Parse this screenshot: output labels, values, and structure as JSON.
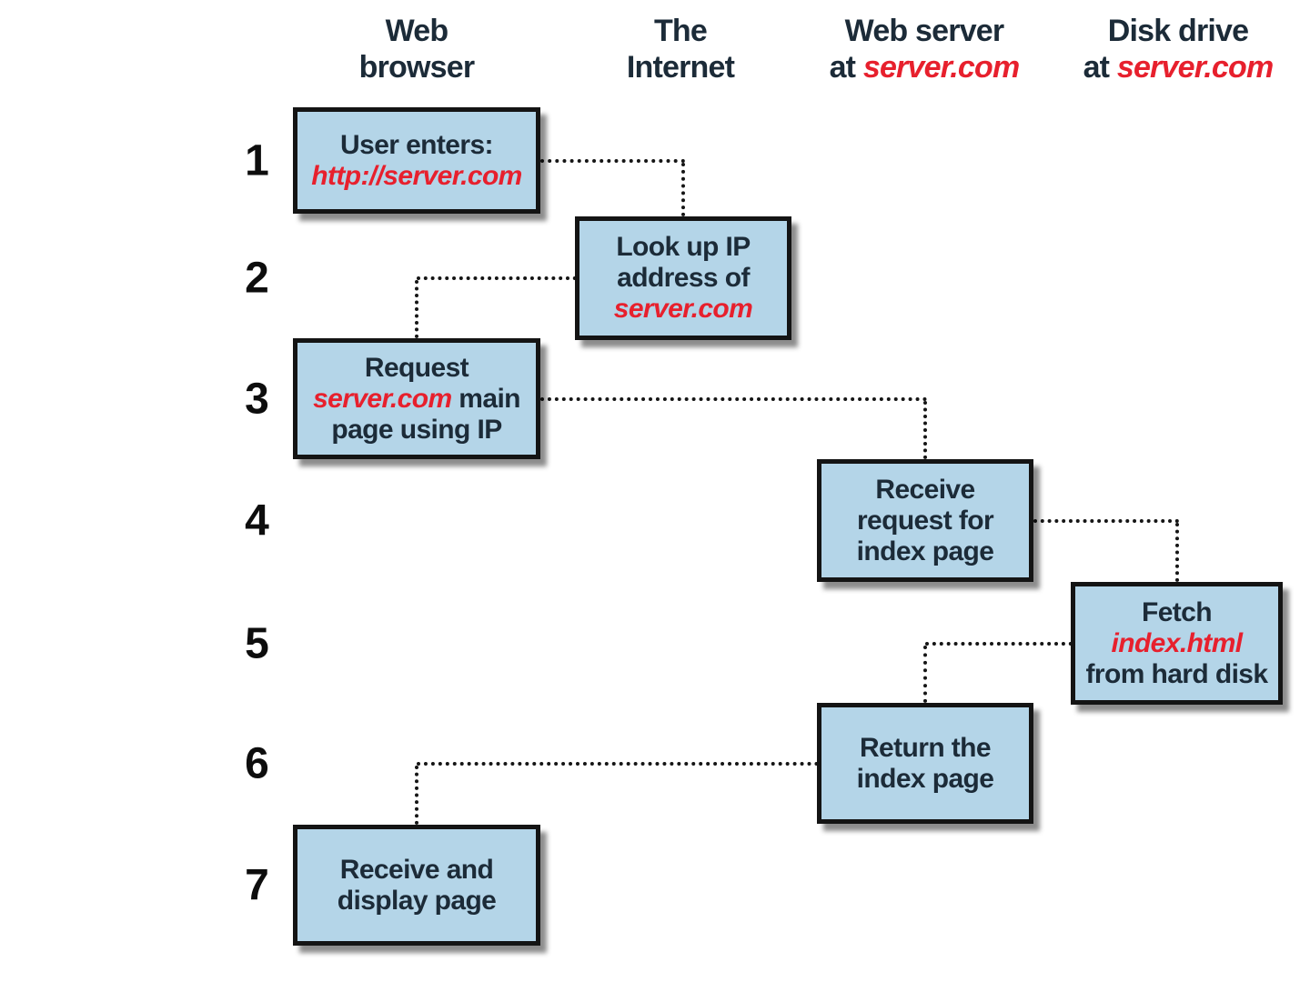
{
  "diagram": {
    "columns": [
      {
        "id": "web-browser",
        "lines": [
          [
            {
              "text": "Web",
              "style": "dark"
            }
          ],
          [
            {
              "text": "browser",
              "style": "dark"
            }
          ]
        ]
      },
      {
        "id": "internet",
        "lines": [
          [
            {
              "text": "The",
              "style": "dark"
            }
          ],
          [
            {
              "text": "Internet",
              "style": "dark"
            }
          ]
        ]
      },
      {
        "id": "web-server",
        "lines": [
          [
            {
              "text": "Web server",
              "style": "dark"
            }
          ],
          [
            {
              "text": "at ",
              "style": "dark"
            },
            {
              "text": "server.com",
              "style": "red"
            }
          ]
        ]
      },
      {
        "id": "disk-drive",
        "lines": [
          [
            {
              "text": "Disk drive",
              "style": "dark"
            }
          ],
          [
            {
              "text": "at ",
              "style": "dark"
            },
            {
              "text": "server.com",
              "style": "red"
            }
          ]
        ]
      }
    ],
    "steps": [
      {
        "number": "1",
        "column": "web-browser",
        "lines": [
          [
            {
              "text": "User enters:",
              "style": "dark"
            }
          ],
          [
            {
              "text": "http://server.com",
              "style": "red"
            }
          ]
        ]
      },
      {
        "number": "2",
        "column": "internet",
        "lines": [
          [
            {
              "text": "Look up IP",
              "style": "dark"
            }
          ],
          [
            {
              "text": "address of",
              "style": "dark"
            }
          ],
          [
            {
              "text": "server.com",
              "style": "red"
            }
          ]
        ]
      },
      {
        "number": "3",
        "column": "web-browser",
        "lines": [
          [
            {
              "text": "Request",
              "style": "dark"
            }
          ],
          [
            {
              "text": "server.com",
              "style": "red"
            },
            {
              "text": " main",
              "style": "dark"
            }
          ],
          [
            {
              "text": "page using IP",
              "style": "dark"
            }
          ]
        ]
      },
      {
        "number": "4",
        "column": "web-server",
        "lines": [
          [
            {
              "text": "Receive",
              "style": "dark"
            }
          ],
          [
            {
              "text": "request for",
              "style": "dark"
            }
          ],
          [
            {
              "text": "index page",
              "style": "dark"
            }
          ]
        ]
      },
      {
        "number": "5",
        "column": "disk-drive",
        "lines": [
          [
            {
              "text": "Fetch",
              "style": "dark"
            }
          ],
          [
            {
              "text": "index.html",
              "style": "red"
            }
          ],
          [
            {
              "text": "from hard disk",
              "style": "dark"
            }
          ]
        ]
      },
      {
        "number": "6",
        "column": "web-server",
        "lines": [
          [
            {
              "text": "Return the",
              "style": "dark"
            }
          ],
          [
            {
              "text": "index page",
              "style": "dark"
            }
          ]
        ]
      },
      {
        "number": "7",
        "column": "web-browser",
        "lines": [
          [
            {
              "text": "Receive and",
              "style": "dark"
            }
          ],
          [
            {
              "text": "display page",
              "style": "dark"
            }
          ]
        ]
      }
    ],
    "colors": {
      "background": "#ffffff",
      "box_fill": "#b4d5e8",
      "box_border": "#141414",
      "text_dark": "#1c2b38",
      "header_text": "#0d0d0d",
      "text_red": "#e7202d",
      "connector": "#151515"
    }
  }
}
